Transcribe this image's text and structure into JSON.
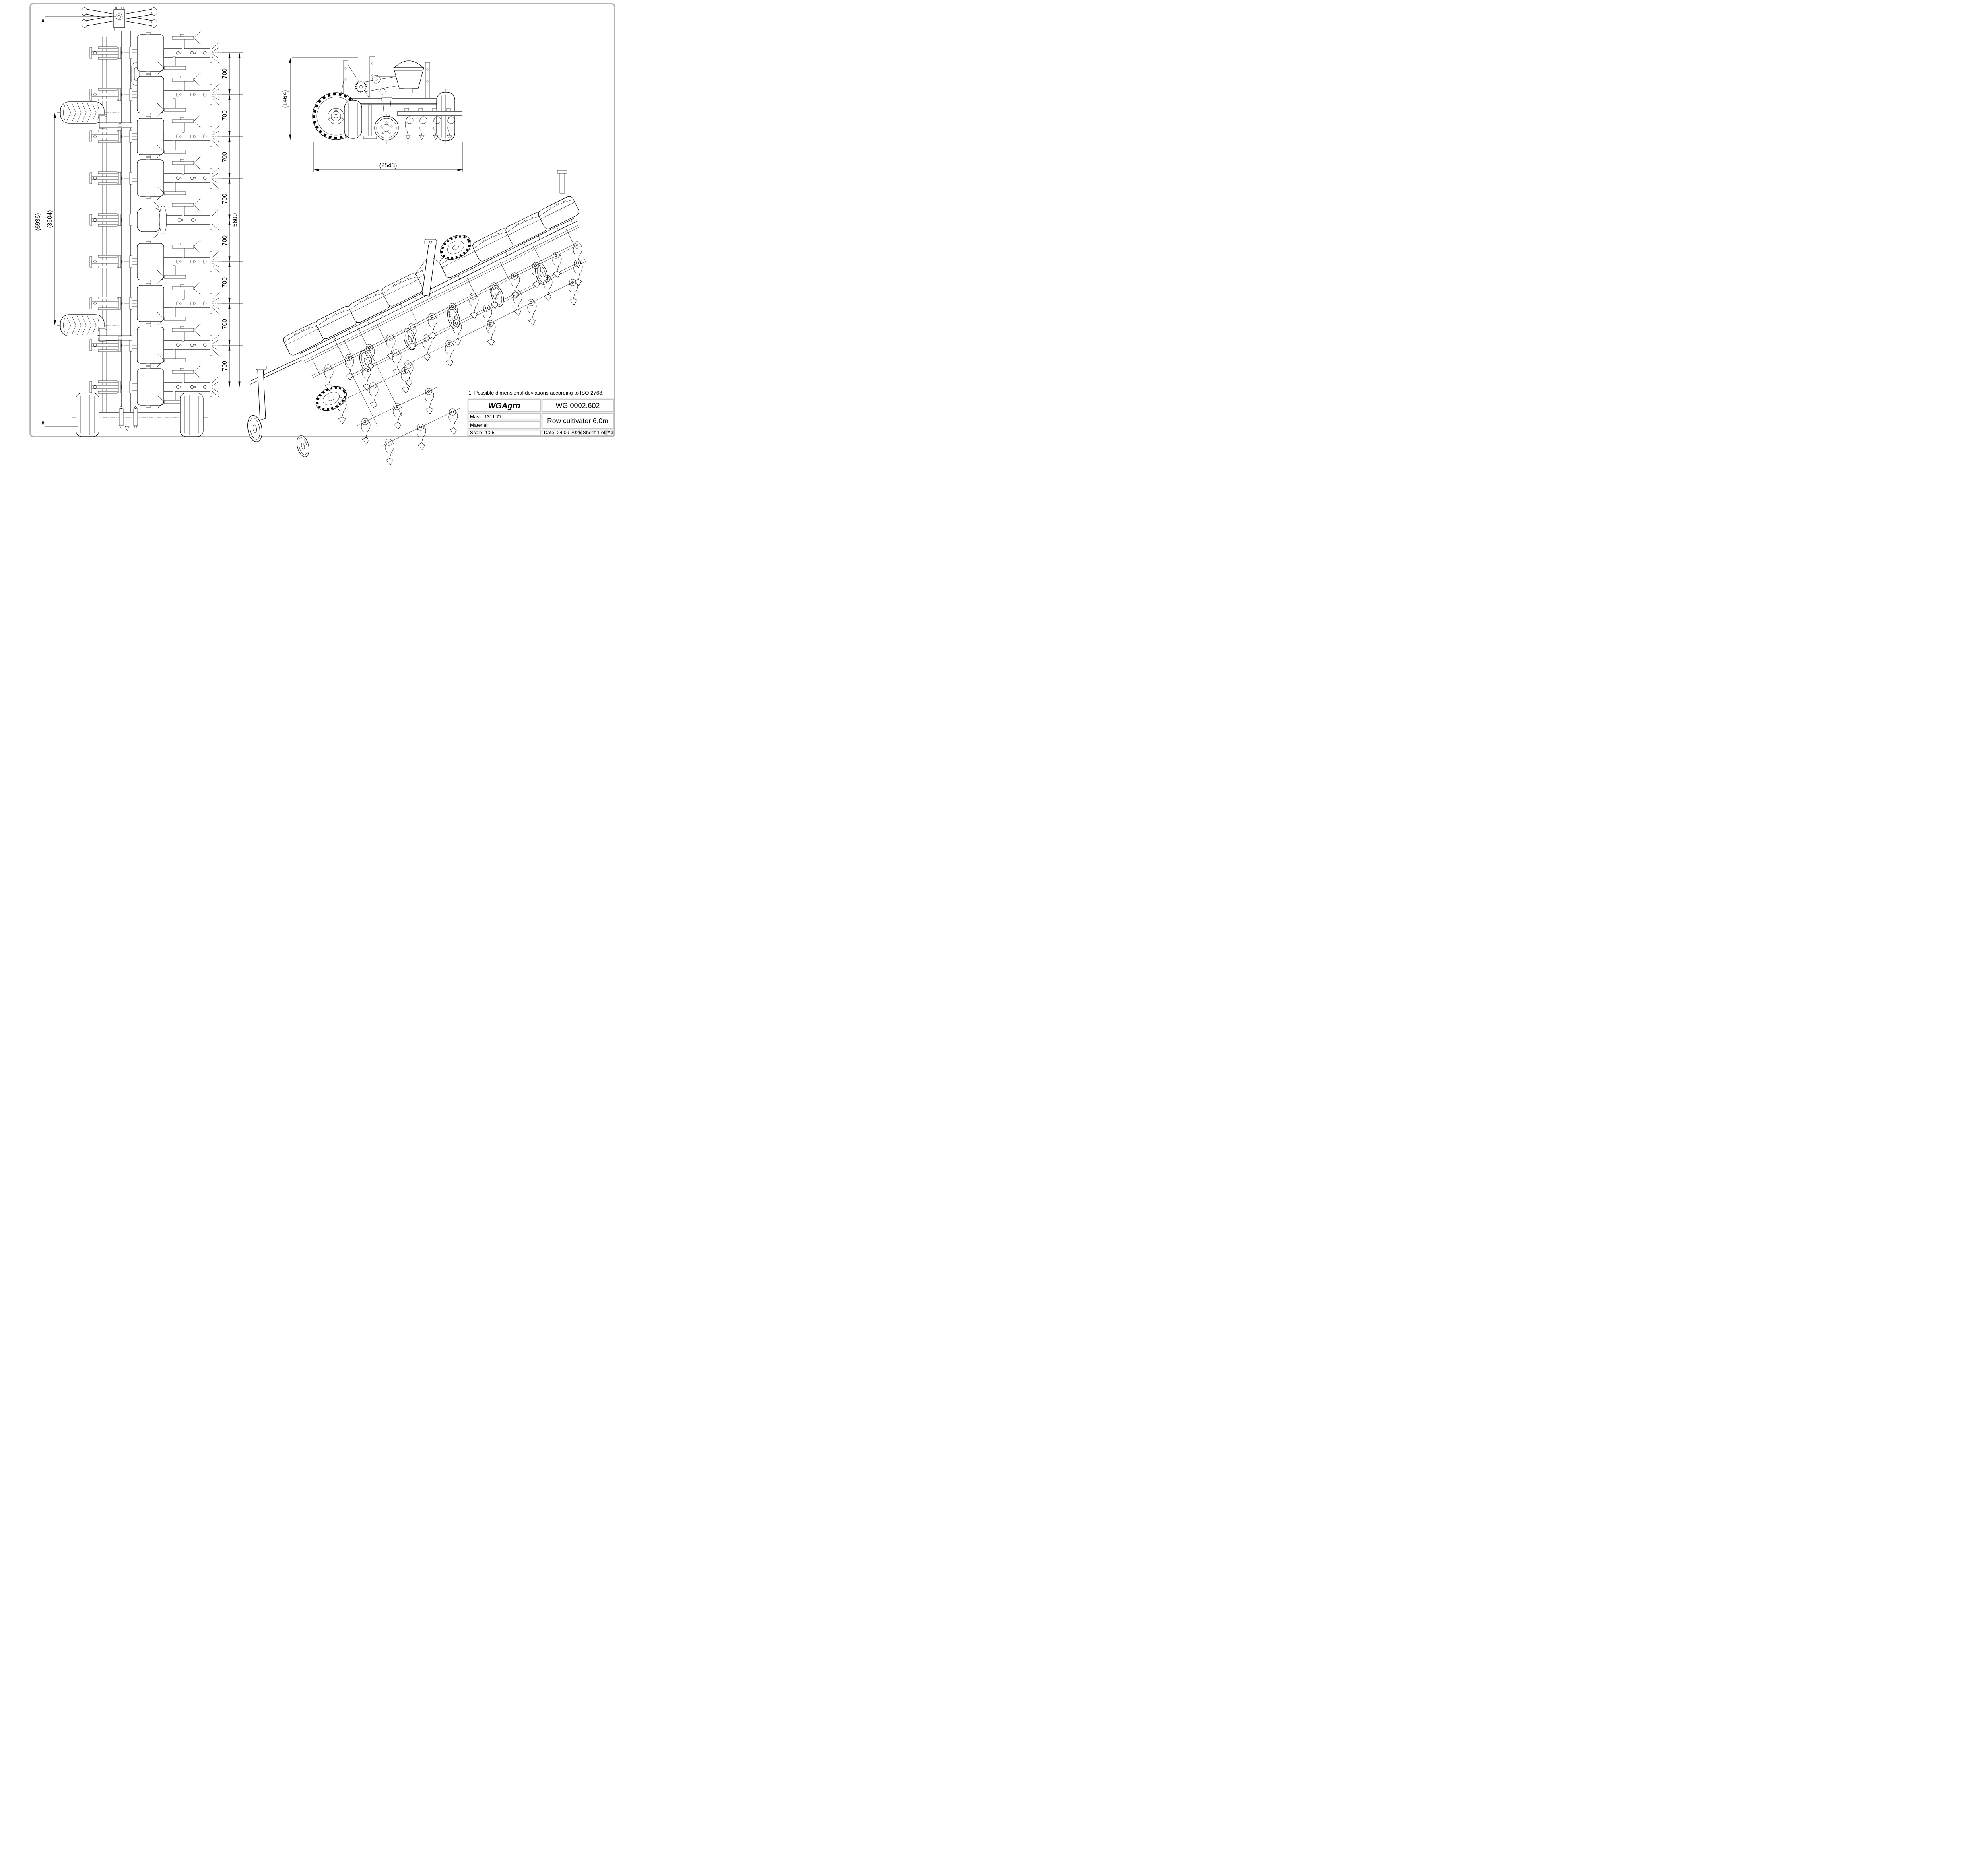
{
  "sheet": {
    "note": "1. Possible dimensional deviations according to ISO 2768.",
    "background_color": "#ffffff",
    "line_color": "#000000",
    "frame_color": "#b4b4b4",
    "titleblock_border_color": "#c6c6c6"
  },
  "title_block": {
    "company": "WGAgro",
    "drawing_number": "WG 0002.602",
    "mass": "Mass: 1311.77",
    "material": "Material:",
    "part_title": "Row cultivator 6,0m",
    "scale": "Scale: 1:25",
    "date": "Date: 24.09.2025",
    "sheet_of": "Sheet 1 of 1",
    "paper_format": "A3"
  },
  "dimensions": {
    "top_view": {
      "overall_length": "(6936)",
      "wheel_track": "(3604)",
      "row_spacing": "700",
      "working_width": "5600"
    },
    "front_view": {
      "overall_height": "(1464)",
      "frame_width": "(2543)"
    }
  }
}
